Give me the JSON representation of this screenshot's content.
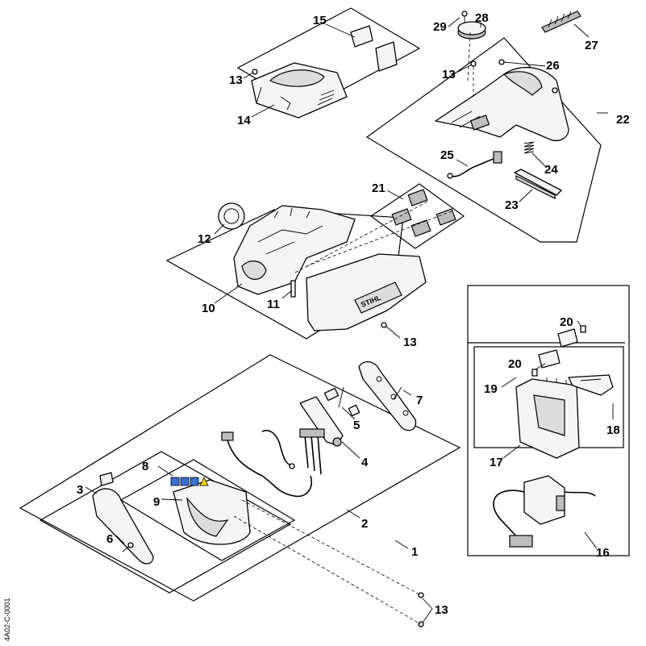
{
  "diagram": {
    "callouts": {
      "c1": "1",
      "c2": "2",
      "c3": "3",
      "c4": "4",
      "c5": "5",
      "c6": "6",
      "c7": "7",
      "c8": "8",
      "c9": "9",
      "c10": "10",
      "c11": "11",
      "c12": "12",
      "c13": "13",
      "c14": "14",
      "c15": "15",
      "c16": "16",
      "c17": "17",
      "c18": "18",
      "c19": "19",
      "c20": "20",
      "c21": "21",
      "c22": "22",
      "c23": "23",
      "c24": "24",
      "c25": "25",
      "c26": "26",
      "c27": "27",
      "c28": "28",
      "c29": "29"
    },
    "logo_text": "STIHL",
    "document_id": "4A02-C-0001"
  }
}
